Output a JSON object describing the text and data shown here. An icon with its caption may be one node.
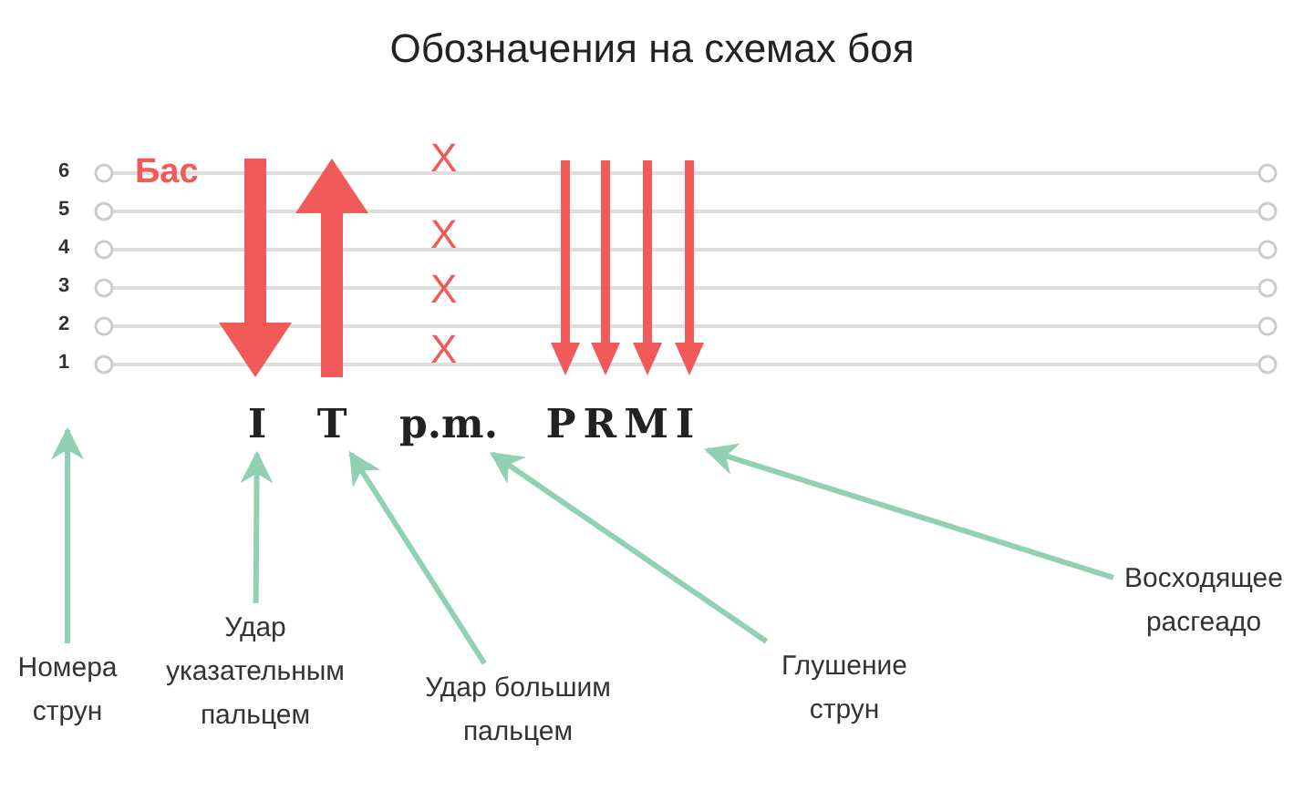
{
  "diagram": {
    "title": "Обозначения на схемах боя",
    "nodes": [
      {
        "text": [
          "I"
        ]
      },
      {
        "text": [
          "T"
        ]
      },
      {
        "text": [
          "p.m."
        ]
      },
      {
        "text": [
          "PRMI"
        ]
      },
      {
        "text": [
          "Номера струн"
        ]
      },
      {
        "text": [
          "Удар указательным пальцем"
        ]
      },
      {
        "text": [
          "Удар большим пальцем"
        ]
      },
      {
        "text": [
          "Глушение струн"
        ]
      },
      {
        "text": [
          "Восходящее расгеадо"
        ]
      }
    ],
    "edges": [
      {
        "from": 4,
        "to": null,
        "arrow": "to"
      },
      {
        "from": 5,
        "to": 0,
        "arrow": "to"
      },
      {
        "from": 6,
        "to": 1,
        "arrow": "to"
      },
      {
        "from": 7,
        "to": 2,
        "arrow": "to"
      },
      {
        "from": 8,
        "to": 3,
        "arrow": "to"
      }
    ],
    "labels": [
      "Бас",
      "6",
      "5",
      "4",
      "3",
      "2",
      "1",
      "X",
      "X",
      "X",
      "X"
    ]
  }
}
